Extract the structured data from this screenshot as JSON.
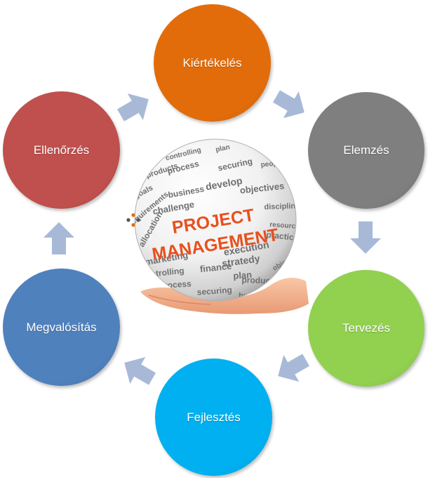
{
  "center": {
    "title_line1": "PROJECT",
    "title_line2": "MANAGEMENT",
    "words": [
      "controlling",
      "plan",
      "products",
      "process",
      "securing",
      "people",
      "goals",
      "business",
      "develop",
      "objectives",
      "challenge",
      "discipline",
      "requirements",
      "allocation",
      "resources",
      "practice",
      "execution",
      "marketing",
      "stratedy",
      "controlling",
      "finance",
      "plan",
      "process",
      "products",
      "securing",
      "business",
      "objectives",
      "people"
    ]
  },
  "steps": [
    {
      "label": "Kiértékelés",
      "color": "#e36c0a"
    },
    {
      "label": "Elemzés",
      "color": "#7f7f7f"
    },
    {
      "label": "Tervezés",
      "color": "#92d050"
    },
    {
      "label": "Fejlesztés",
      "color": "#00b0f0"
    },
    {
      "label": "Megvalósítás",
      "color": "#4f81bd"
    },
    {
      "label": "Ellenőrzés",
      "color": "#c0504d"
    }
  ],
  "colors": {
    "arrow": "#a8b9d8",
    "title": "#e8501e",
    "hand": "#f4a582"
  }
}
